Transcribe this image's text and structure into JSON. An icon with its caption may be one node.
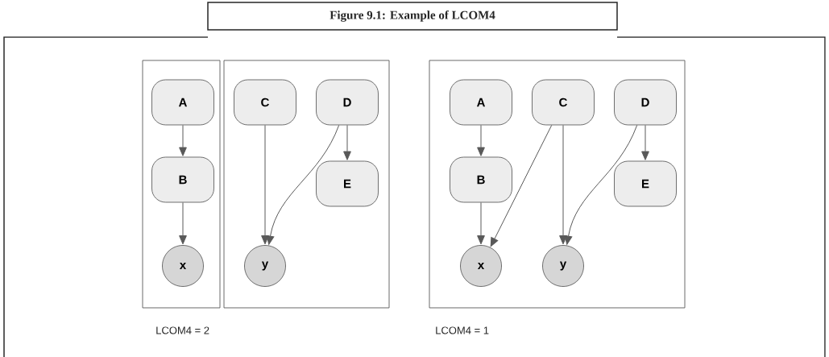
{
  "diagram": {
    "title": "Figure 9.1: Example of LCOM4",
    "nodes": [
      {
        "text": [],
        "shape": "box"
      },
      {
        "text": [
          "A"
        ],
        "in": 0
      },
      {
        "text": [
          "B"
        ],
        "in": 0
      },
      {
        "text": [
          "x"
        ],
        "in": 0
      },
      {
        "text": [],
        "shape": "box"
      },
      {
        "text": [
          "C"
        ],
        "in": 4
      },
      {
        "text": [
          "D"
        ],
        "in": 4
      },
      {
        "text": [
          "E"
        ],
        "in": 4
      },
      {
        "text": [
          "y"
        ],
        "in": 4
      },
      {
        "text": [],
        "shape": "box"
      },
      {
        "text": [
          "A"
        ],
        "in": 9
      },
      {
        "text": [
          "C"
        ],
        "in": 9
      },
      {
        "text": [
          "D"
        ],
        "in": 9
      },
      {
        "text": [
          "B"
        ],
        "in": 9
      },
      {
        "text": [
          "E"
        ],
        "in": 9
      },
      {
        "text": [
          "x"
        ],
        "in": 9
      },
      {
        "text": [
          "y"
        ],
        "in": 9
      }
    ],
    "edges": [
      {
        "from": 1,
        "to": 2,
        "arrow": "to"
      },
      {
        "from": 2,
        "to": 3,
        "arrow": "to"
      },
      {
        "from": 5,
        "to": 8,
        "arrow": "to"
      },
      {
        "from": 6,
        "to": 8,
        "arrow": "to"
      },
      {
        "from": 6,
        "to": 7,
        "arrow": "to"
      },
      {
        "from": 10,
        "to": 13,
        "arrow": "to"
      },
      {
        "from": 13,
        "to": 15,
        "arrow": "to"
      },
      {
        "from": 11,
        "to": 15,
        "arrow": "to"
      },
      {
        "from": 11,
        "to": 16,
        "arrow": "to"
      },
      {
        "from": 12,
        "to": 16,
        "arrow": "to"
      },
      {
        "from": 12,
        "to": 14,
        "arrow": "to"
      }
    ],
    "labels": [
      "LCOM4 = 2",
      "LCOM4 = 1"
    ]
  }
}
